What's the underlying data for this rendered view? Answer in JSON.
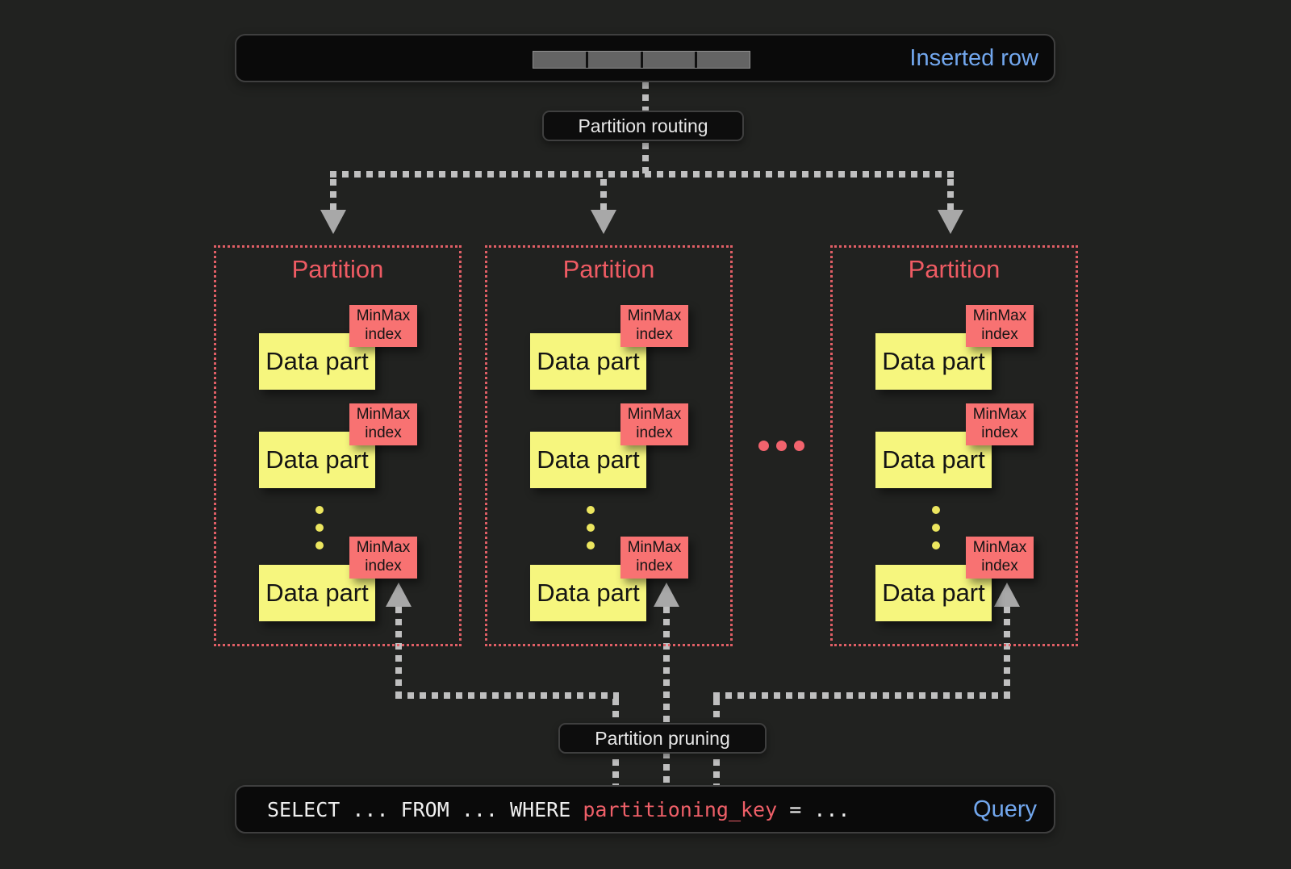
{
  "top_bar": {
    "label": "Inserted row",
    "segment_count": 4
  },
  "flow": {
    "routing_label": "Partition routing",
    "pruning_label": "Partition pruning"
  },
  "partitions": [
    {
      "title": "Partition",
      "parts": [
        "Data part",
        "Data part",
        "Data part"
      ]
    },
    {
      "title": "Partition",
      "parts": [
        "Data part",
        "Data part",
        "Data part"
      ]
    },
    {
      "title": "Partition",
      "parts": [
        "Data part",
        "Data part",
        "Data part"
      ]
    }
  ],
  "labels": {
    "minmax": [
      "MinMax",
      "index"
    ],
    "ellipsis": "..."
  },
  "query_bar": {
    "code_prefix": "SELECT ... FROM ... WHERE ",
    "code_key": "partitioning_key",
    "code_suffix": " = ...",
    "label": "Query"
  },
  "colors": {
    "background": "#212220",
    "bar_background": "#0a0a0a",
    "accent_blue": "#72a7ee",
    "partition_red": "#e05f66",
    "minmax_tag": "#f87272",
    "data_part_yellow": "#f6f67e",
    "query_key_red": "#ee5f68",
    "connector_gray": "#bfbfbf",
    "segment_gray": "#646464"
  }
}
